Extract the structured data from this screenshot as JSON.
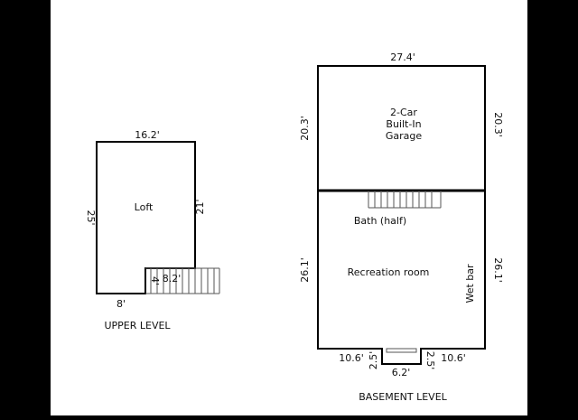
{
  "upper_level": {
    "caption": "UPPER LEVEL",
    "rooms": {
      "loft": "Loft"
    },
    "dims": {
      "top": "16.2'",
      "left": "25'",
      "right": "21'",
      "bottom": "8'",
      "notch_side": "4'",
      "stair_len": "8.2'"
    }
  },
  "basement_level": {
    "caption": "BASEMENT LEVEL",
    "rooms": {
      "garage_l1": "2-Car",
      "garage_l2": "Built-In",
      "garage_l3": "Garage",
      "bath": "Bath (half)",
      "recreation": "Recreation room",
      "wet_bar": "Wet bar"
    },
    "dims": {
      "top": "27.4'",
      "garage_left": "20.3'",
      "garage_right": "20.3'",
      "rec_left": "26.1'",
      "rec_right": "26.1'",
      "bottom_left": "10.6'",
      "bottom_right": "10.6'",
      "bump_left": "2.5'",
      "bump_right": "2.5'",
      "bump_width": "6.2'"
    }
  }
}
